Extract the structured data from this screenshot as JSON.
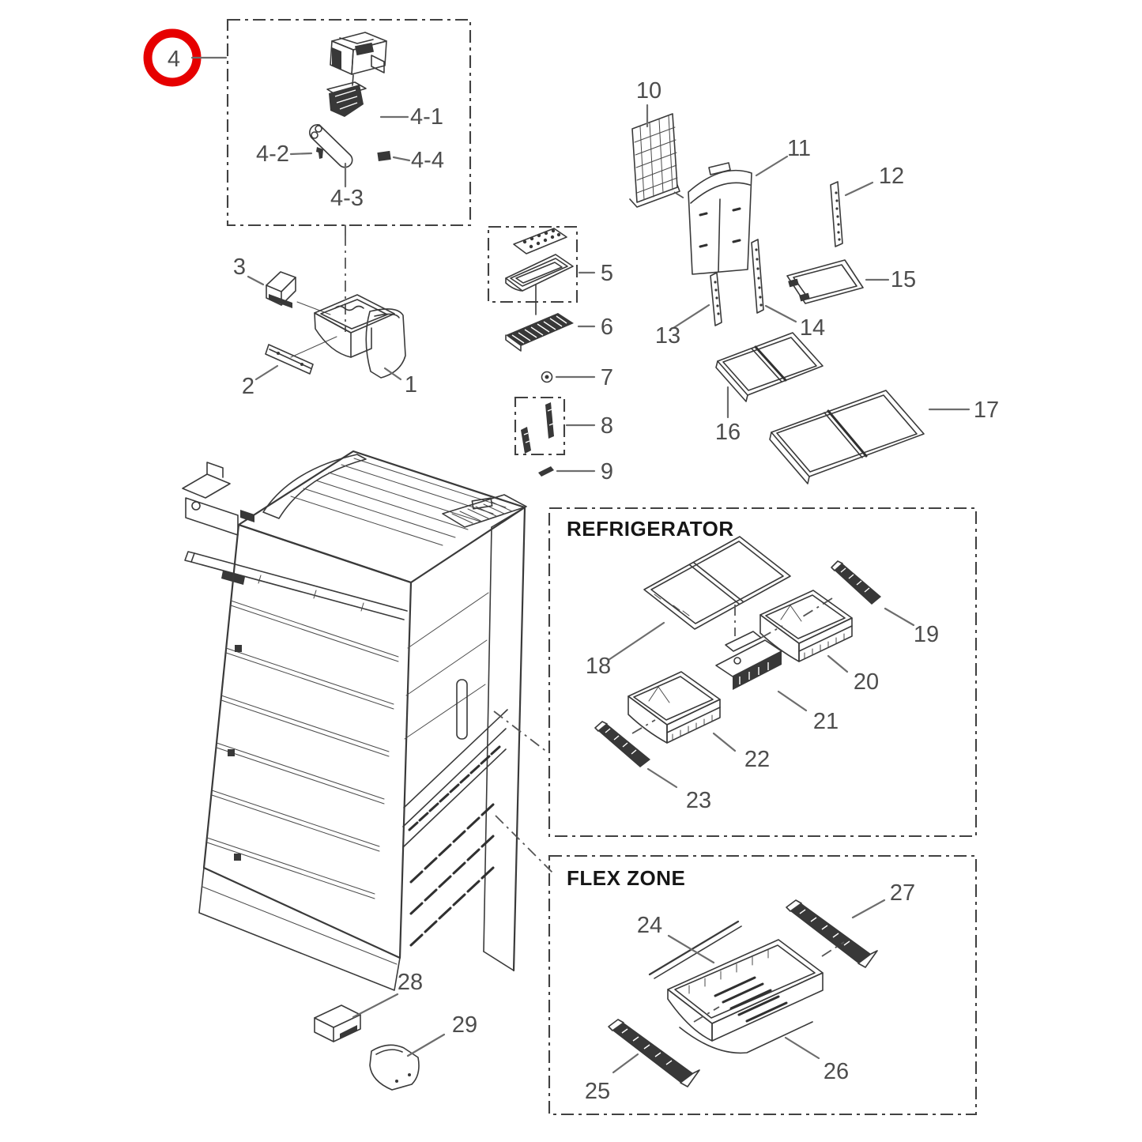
{
  "diagram": {
    "kind": "refrigerator exploded parts diagram",
    "sections": {
      "refrigerator": "REFRIGERATOR",
      "flex_zone": "FLEX ZONE"
    },
    "highlight": {
      "circled_part": "4",
      "color": "#e60000"
    },
    "colors": {
      "line": "#3a3a3a",
      "label": "#4d4d4d",
      "background": "#ffffff"
    }
  },
  "labels": {
    "p1": "1",
    "p2": "2",
    "p3": "3",
    "p4": "4",
    "p4_1": "4-1",
    "p4_2": "4-2",
    "p4_3": "4-3",
    "p4_4": "4-4",
    "p5": "5",
    "p6": "6",
    "p7": "7",
    "p8": "8",
    "p9": "9",
    "p10": "10",
    "p11": "11",
    "p12": "12",
    "p13": "13",
    "p14": "14",
    "p15": "15",
    "p16": "16",
    "p17": "17",
    "p18": "18",
    "p19": "19",
    "p20": "20",
    "p21": "21",
    "p22": "22",
    "p23": "23",
    "p24": "24",
    "p25": "25",
    "p26": "26",
    "p27": "27",
    "p28": "28",
    "p29": "29"
  }
}
